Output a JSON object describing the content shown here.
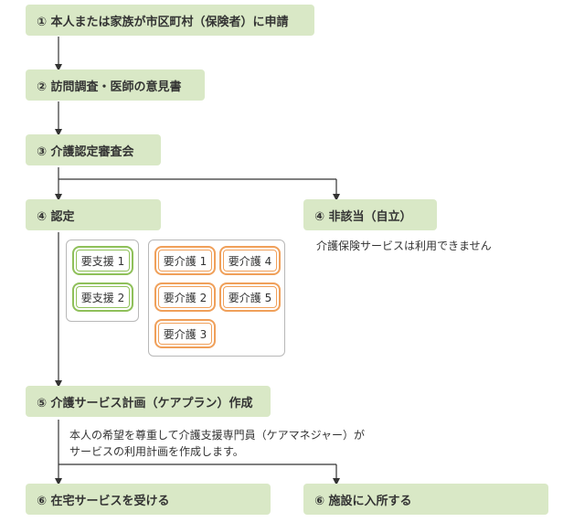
{
  "steps": {
    "apply": "① 本人または家族が市区町村（保険者）に申請",
    "survey": "② 訪問調査・医師の意見書",
    "committee": "③ 介護認定審査会",
    "certified": "④ 認定",
    "not_applicable": "④ 非該当（自立）",
    "care_plan": "⑤ 介護サービス計画（ケアプラン）作成",
    "home_service": "⑥ 在宅サービスを受ける",
    "facility": "⑥ 施設に入所する"
  },
  "notes": {
    "not_applicable_note": "介護保険サービスは利用できません",
    "care_plan_note_line1": "本人の希望を尊重して介護支援専門員（ケアマネジャー）が",
    "care_plan_note_line2": "サービスの利用計画を作成します。"
  },
  "support_levels": [
    "要支援 1",
    "要支援 2"
  ],
  "care_levels": [
    "要介護 1",
    "要介護 4",
    "要介護 2",
    "要介護 5",
    "要介護 3"
  ],
  "colors": {
    "step_fill": "#d9e8c6",
    "support_border": "#8fc05a",
    "care_border": "#f0a05a",
    "connector": "#333333"
  }
}
